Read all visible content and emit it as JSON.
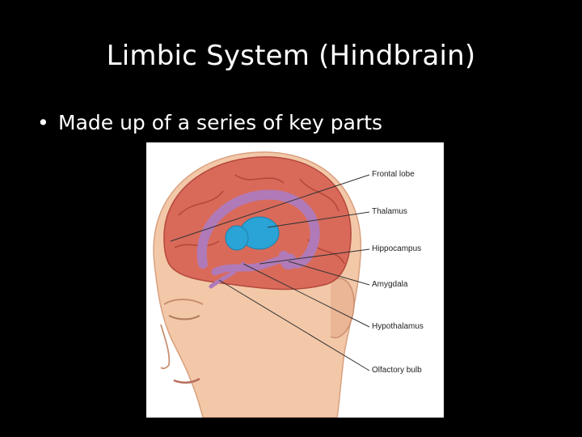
{
  "slide": {
    "title": "Limbic System (Hindbrain)",
    "bullet": "Made up of a series of key parts",
    "bullet_glyph": "•"
  },
  "figure": {
    "labels": [
      "Frontal lobe",
      "Thalamus",
      "Hippocampus",
      "Amygdala",
      "Hypothalamus",
      "Olfactory bulb"
    ],
    "colors": {
      "background": "#000000",
      "text": "#ffffff",
      "skin": "#f2c8a8",
      "brain": "#d96a5a",
      "limbic": "#b07ab8",
      "thalamus": "#2aa3d6"
    }
  }
}
